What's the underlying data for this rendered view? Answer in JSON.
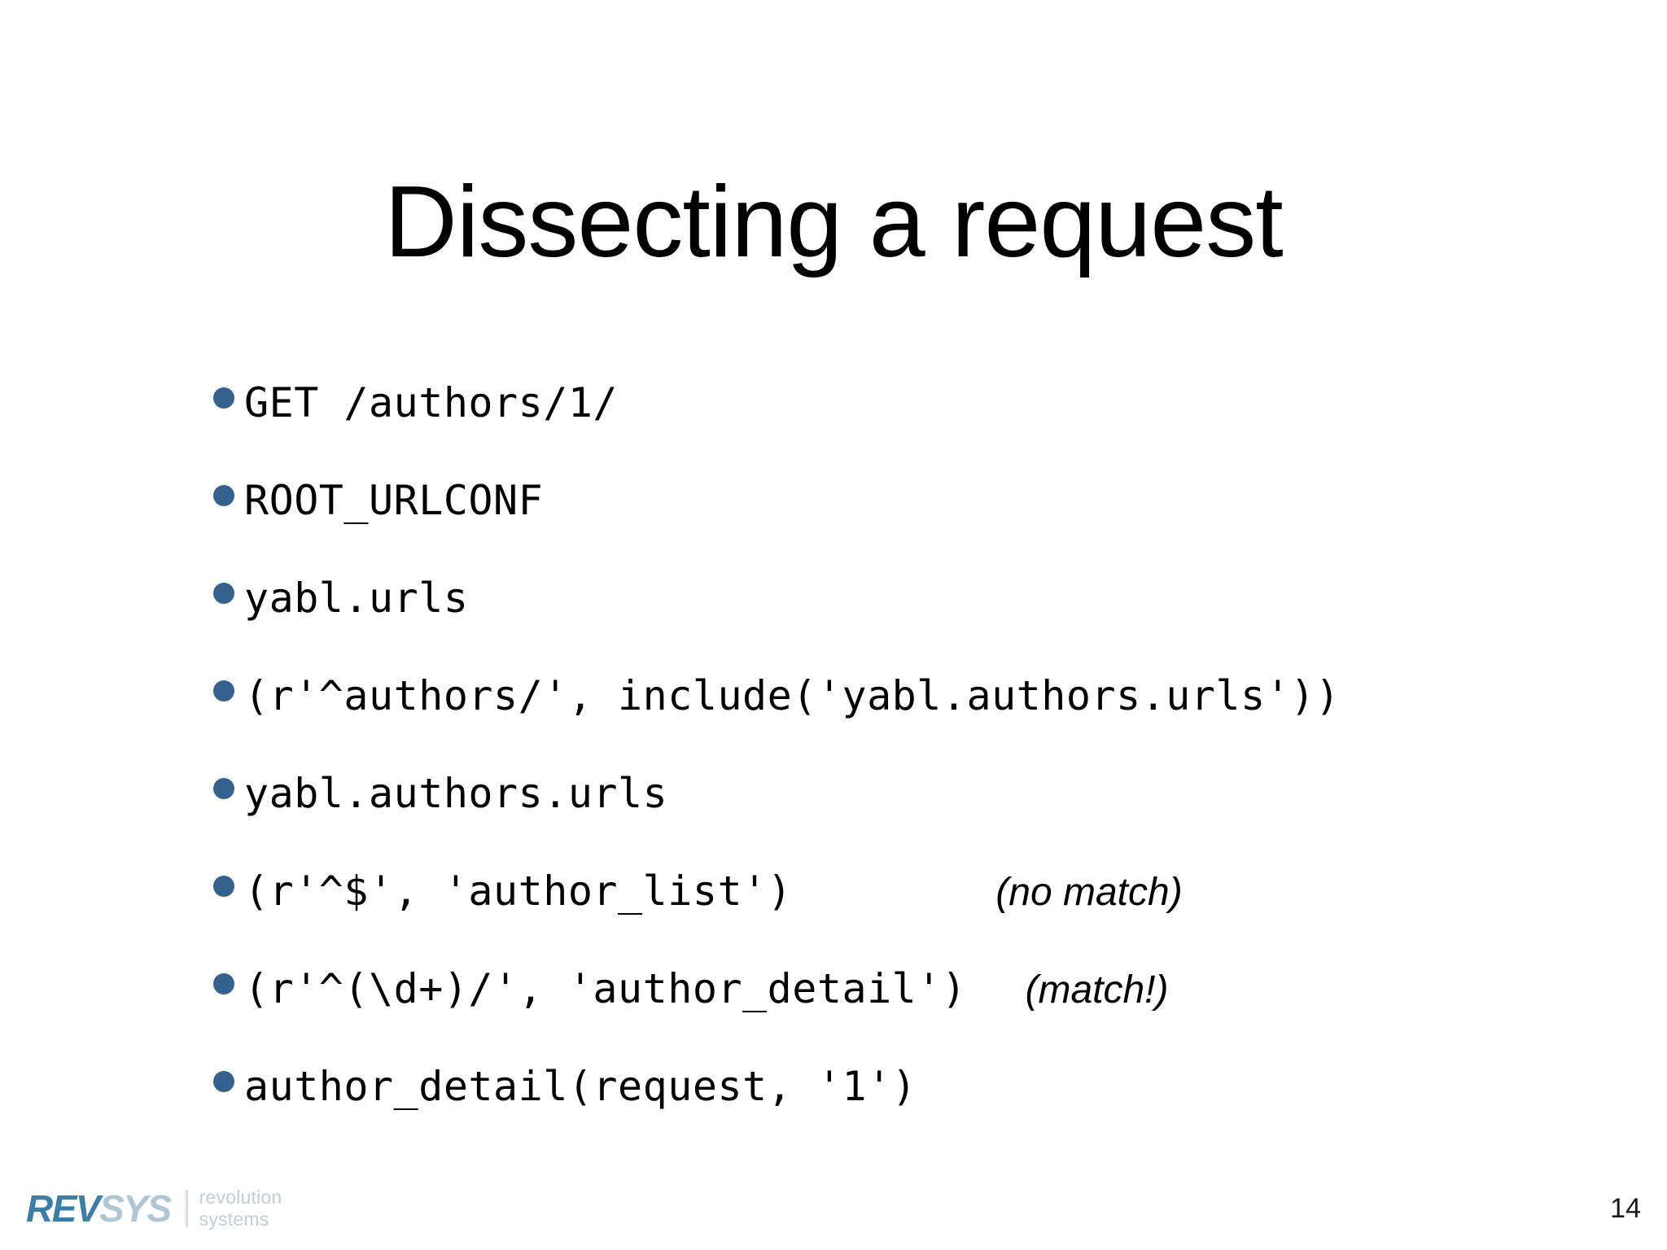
{
  "slide": {
    "title": "Dissecting a request",
    "page_number": "14",
    "bullet_color": "#34618E",
    "text_color": "#000000",
    "background_color": "#ffffff",
    "bullets": [
      {
        "text": "GET /authors/1/",
        "note": ""
      },
      {
        "text": "ROOT_URLCONF",
        "note": ""
      },
      {
        "text": "yabl.urls",
        "note": ""
      },
      {
        "text": "(r'^authors/', include('yabl.authors.urls'))",
        "note": ""
      },
      {
        "text": "yabl.authors.urls",
        "note": ""
      },
      {
        "text": "(r'^$', 'author_list')",
        "note": "(no match)"
      },
      {
        "text": "(r'^(\\d+)/', 'author_detail')",
        "note": "(match!)"
      },
      {
        "text": "author_detail(request, '1')",
        "note": ""
      }
    ]
  },
  "logo": {
    "word_primary": "REV",
    "word_secondary": "SYS",
    "tagline_line1": "revolution",
    "tagline_line2": "systems",
    "color_primary": "#3B7FA8",
    "color_secondary": "#AFC6D4",
    "color_tagline": "#C3CDD4"
  }
}
